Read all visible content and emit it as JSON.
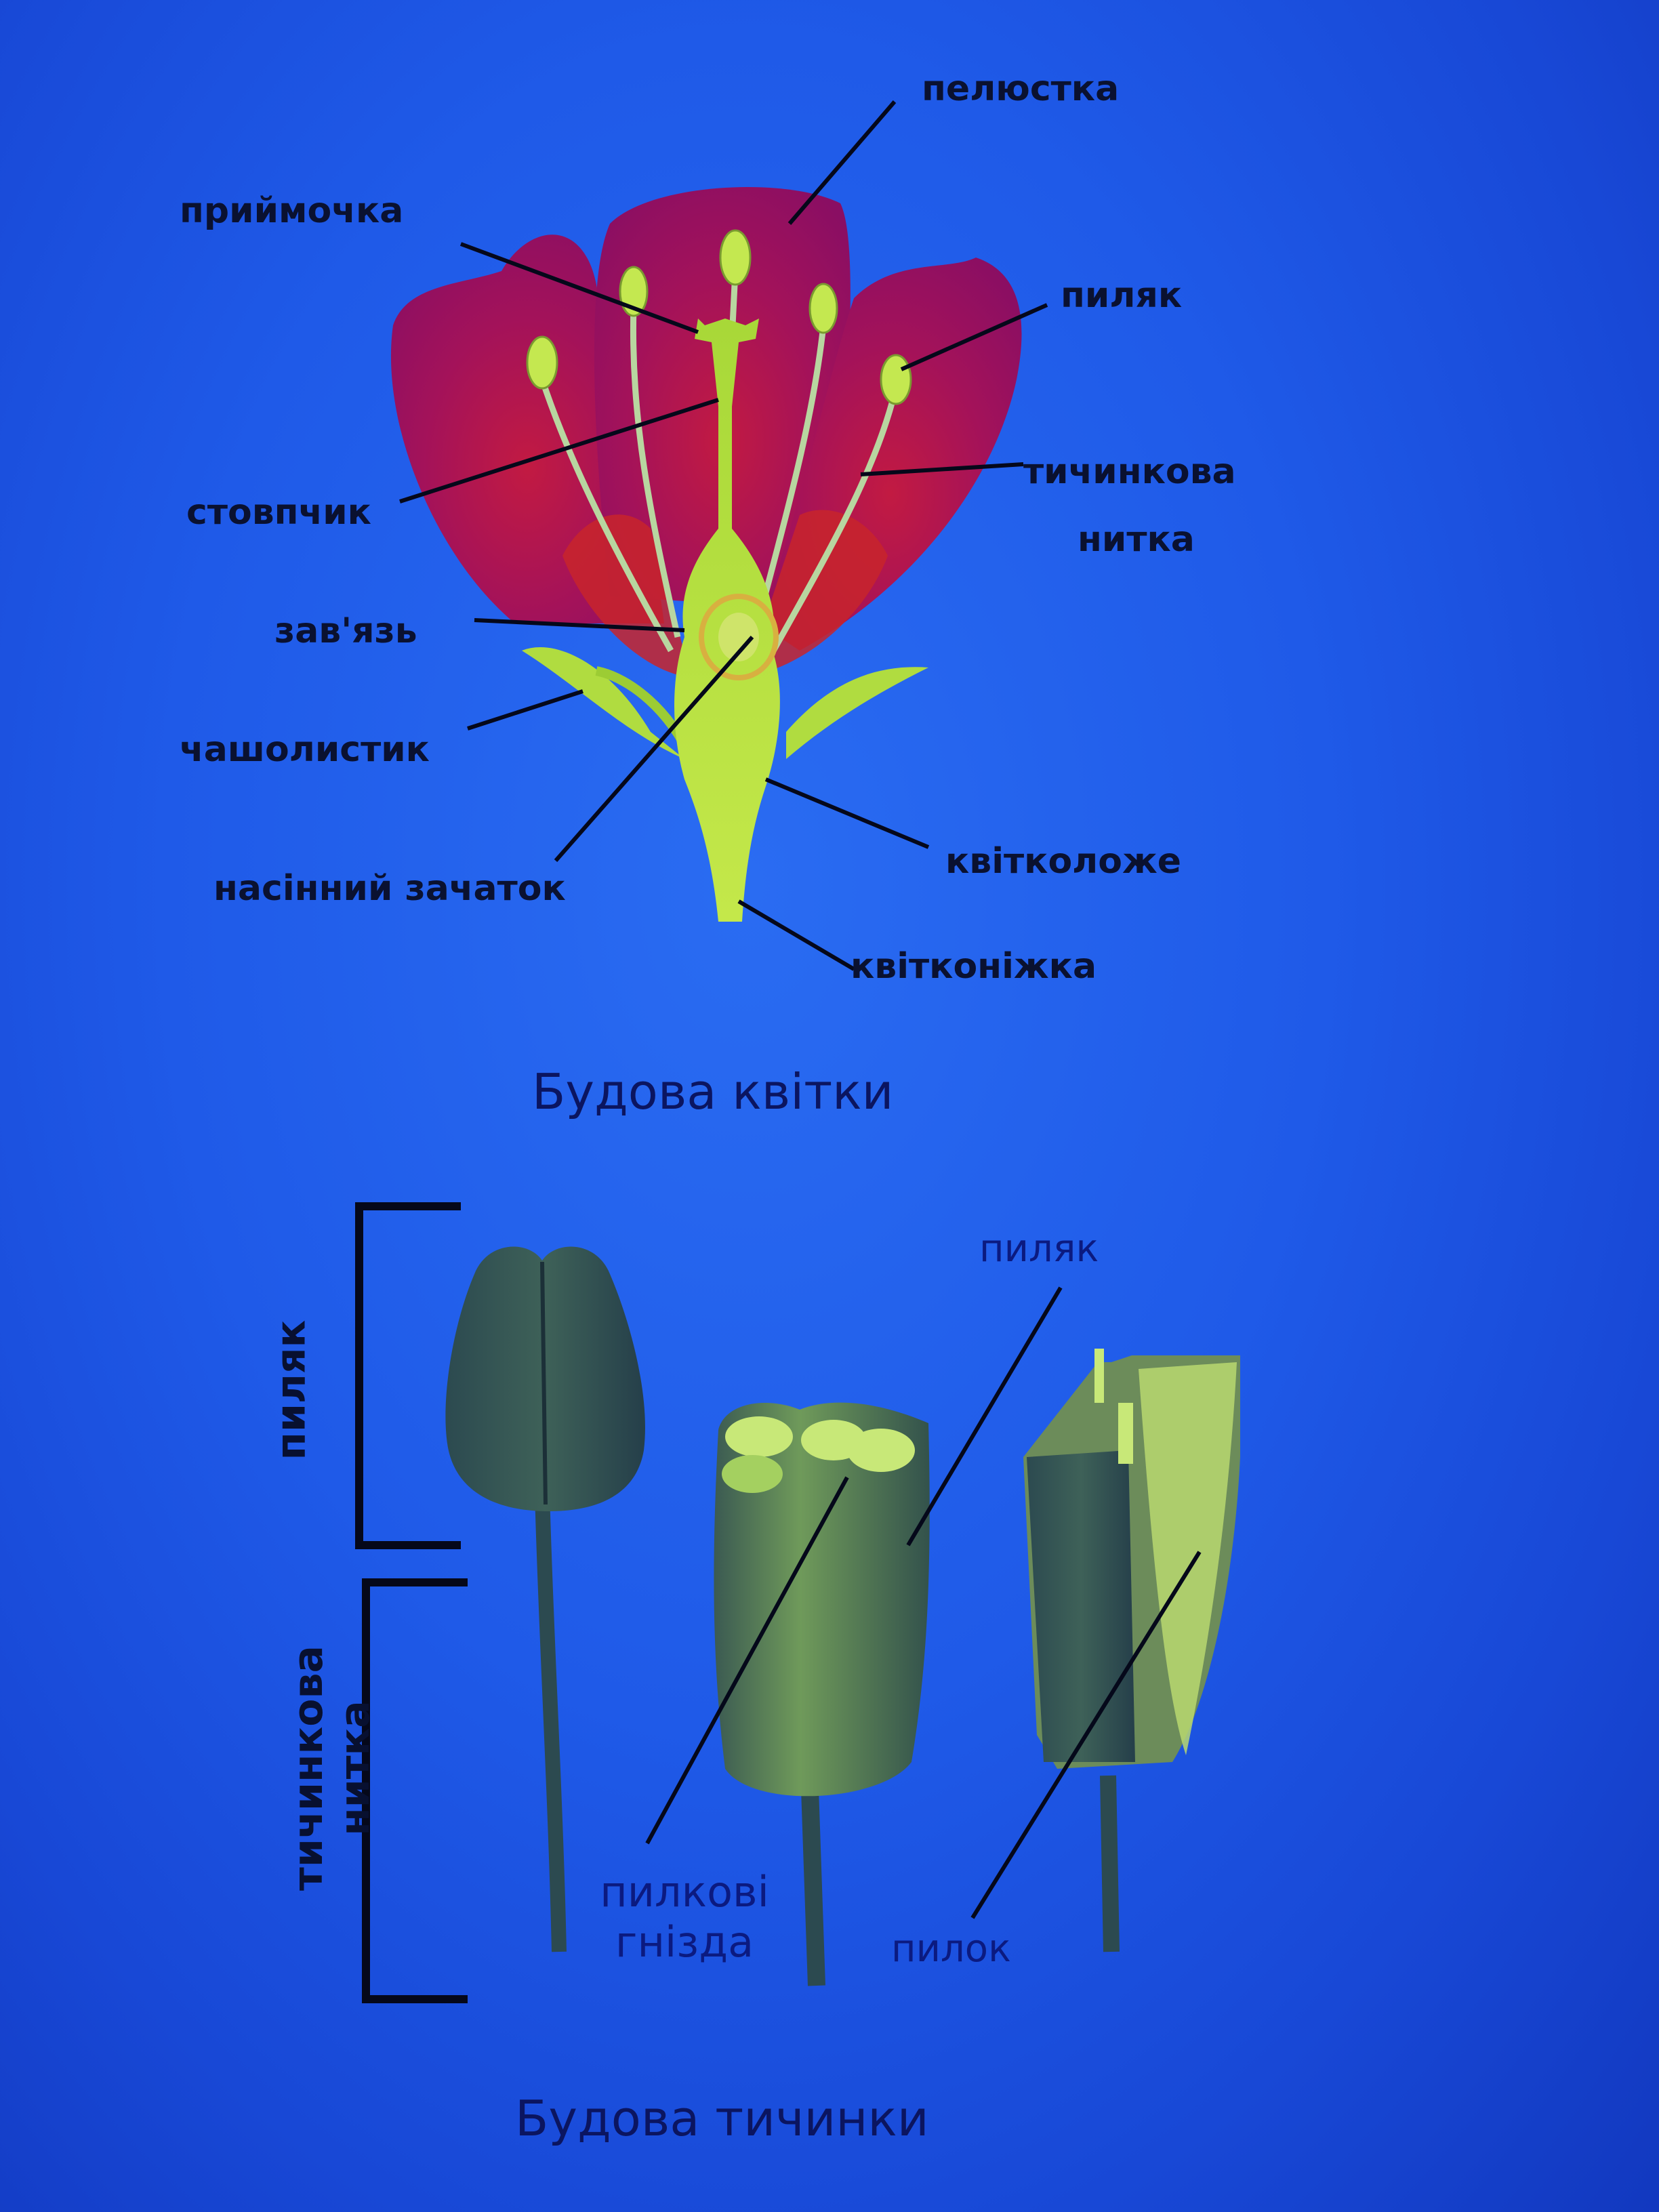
{
  "flower": {
    "title": "Будова квітки",
    "labels": {
      "petal": "пелюстка",
      "stigma": "приймочка",
      "anther": "пиляк",
      "filament_line1": "тичинкова",
      "filament_line2": "нитка",
      "style": "стовпчик",
      "ovary": "зав'язь",
      "sepal": "чашолистик",
      "ovule": "насінний зачаток",
      "receptacle": "квітколоже",
      "pedicel": "квітконіжка"
    }
  },
  "stamen": {
    "title": "Будова тичинки",
    "labels": {
      "anther_vertical": "пиляк",
      "filament_vertical_line1": "тичинкова",
      "filament_vertical_line2": "нитка",
      "anther": "пиляк",
      "pollen_sacs_line1": "пилкові",
      "pollen_sacs_line2": "гнізда",
      "pollen": "пилок"
    }
  },
  "colors": {
    "background": "#1f5ae8",
    "petal": "#a0145a",
    "green": "#b8e040",
    "text": "#0a1130"
  }
}
